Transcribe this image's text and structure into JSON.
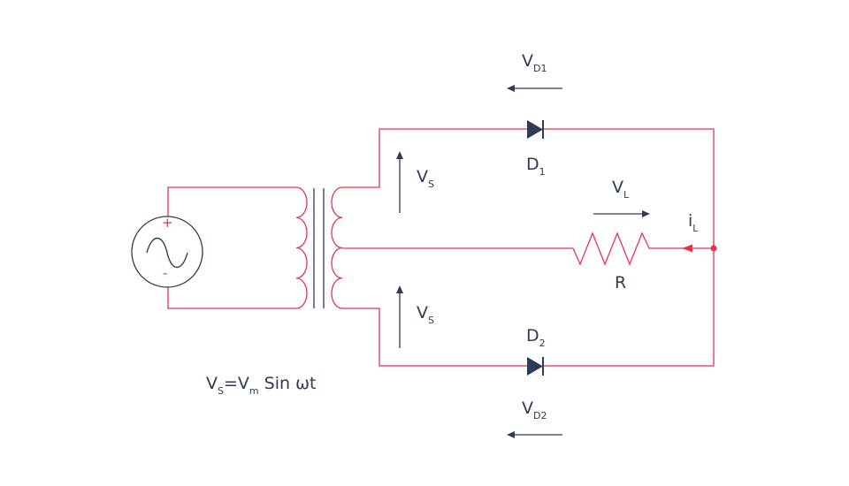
{
  "colors": {
    "wire": "#e0364f",
    "ink": "#2f3a56"
  },
  "labels": {
    "vd1": {
      "main": "V",
      "sub": "D1"
    },
    "vd2": {
      "main": "V",
      "sub": "D2"
    },
    "d1": {
      "main": "D",
      "sub": "1"
    },
    "d2": {
      "main": "D",
      "sub": "2"
    },
    "vs_top": {
      "main": "V",
      "sub": "S"
    },
    "vs_bottom": {
      "main": "V",
      "sub": "S"
    },
    "vl": {
      "main": "V",
      "sub": "L"
    },
    "il": {
      "main": "i",
      "sub": "L"
    },
    "r": "R",
    "source_plus": "+",
    "source_minus": "-",
    "equation": {
      "v1": "V",
      "s1": "S",
      "eq": "=V",
      "s2": "m",
      "rest": " Sin ωt"
    }
  }
}
